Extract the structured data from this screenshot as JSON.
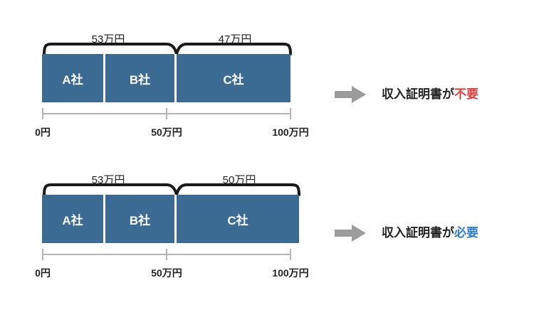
{
  "diagrams": [
    {
      "amounts": [
        "53万円",
        "47万円"
      ],
      "companies": [
        "A社",
        "B社",
        "C社"
      ],
      "ticks": [
        "0円",
        "50万円",
        "100万円"
      ],
      "result_prefix": "収入証明書が",
      "result_suffix": "不要",
      "result_color": "#e03c3c"
    },
    {
      "amounts": [
        "53万円",
        "50万円"
      ],
      "companies": [
        "A社",
        "B社",
        "C社"
      ],
      "ticks": [
        "0円",
        "50万円",
        "100万円"
      ],
      "result_prefix": "収入証明書が",
      "result_suffix": "必要",
      "result_color": "#2f7dd1"
    }
  ],
  "colors": {
    "bar": "#3b6a93",
    "arrow": "#9b9b9b",
    "axis": "#b5b5b5"
  }
}
